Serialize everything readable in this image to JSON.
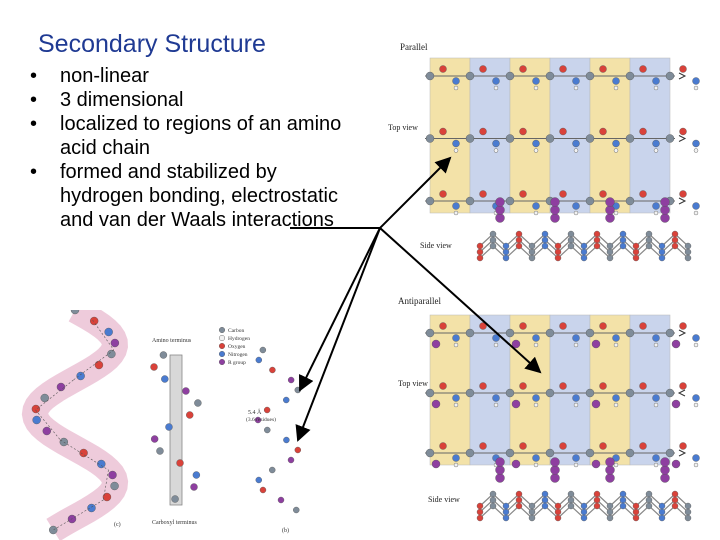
{
  "title": "Secondary Structure",
  "bullets": [
    "non-linear",
    "3 dimensional",
    "localized to regions of an amino acid chain",
    "formed and stabilized by hydrogen bonding, electrostatic and van der Waals interactions"
  ],
  "bullet_symbol": "•",
  "sheet_figure": {
    "parallel_label": "Parallel",
    "antiparallel_label": "Antiparallel",
    "top_view_label": "Top view",
    "side_view_label": "Side view"
  },
  "helix_figure": {
    "amino_terminus": "Amino terminus",
    "carboxyl_terminus": "Carboxyl terminus",
    "rise_label_1": "5.4 Å",
    "rise_label_2": "(3.6 residues)",
    "panel_c": "(c)",
    "panel_b": "(b)",
    "legend": [
      "Carbon",
      "Hydrogen",
      "Oxygen",
      "Nitrogen",
      "R group"
    ]
  },
  "colors": {
    "title": "#1f3a93",
    "sheet_yellow": "#f3e2a8",
    "sheet_blue": "#c9d4ec",
    "carbon": "#7f8c99",
    "oxygen": "#d9423a",
    "nitrogen": "#4a7bd0",
    "hydrogen": "#f2f2f2",
    "r_group": "#8e3fa0",
    "helix_ribbon": "#e8b9cf"
  }
}
